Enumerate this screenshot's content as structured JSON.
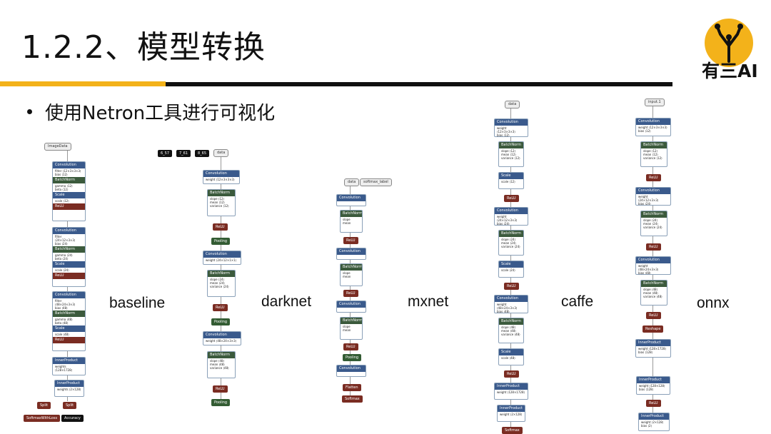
{
  "header": {
    "title": "1.2.2、模型转换",
    "brand": "有三AI"
  },
  "bullet": "使用Netron工具进行可视化",
  "labels": {
    "baseline": "baseline",
    "darknet": "darknet",
    "mxnet": "mxnet",
    "caffe": "caffe",
    "onnx": "onnx"
  },
  "baseline": {
    "input": "ImageData",
    "outputs": [
      "SoftmaxWithLoss",
      "Accuracy"
    ],
    "split": "Split"
  },
  "darknet": {
    "inputs": [
      "6_57",
      "7_61",
      "8_65",
      "data"
    ]
  },
  "mxnet": {
    "inputs": [
      "data",
      "softmax_label"
    ],
    "softmax": "Softmax"
  },
  "caffe": {
    "input": "data",
    "softmax": "Softmax"
  },
  "onnx": {
    "input": "input.1"
  },
  "ops": {
    "conv": "Convolution",
    "bn": "BatchNorm",
    "scale": "Scale",
    "relu": "ReLU",
    "pool": "Pooling",
    "ip": "InnerProduct",
    "flatten": "Flatten",
    "reshape": "Reshape"
  },
  "colors": {
    "conv": "#3a5a8c",
    "bn": "#3b5a3c",
    "relu": "#7a2c22",
    "accent": "#f3b21a"
  }
}
